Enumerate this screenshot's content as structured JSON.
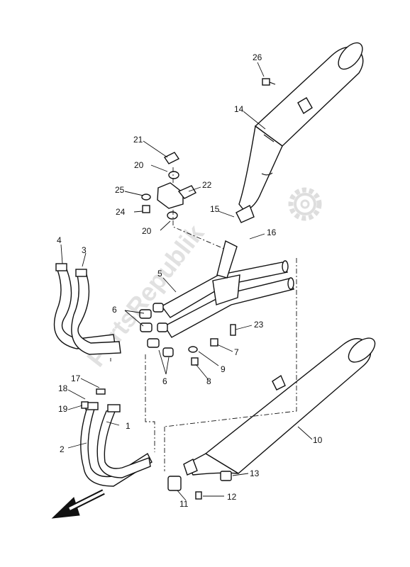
{
  "watermark": {
    "text": "PartsRepublik",
    "color": "#c9c9c9",
    "icon": "gear-icon"
  },
  "direction_arrow": {
    "icon": "arrow-down-left-icon",
    "color": "#111111"
  },
  "callouts": {
    "c1": "1",
    "c2": "2",
    "c3": "3",
    "c4": "4",
    "c5": "5",
    "c6a": "6",
    "c6b": "6",
    "c7": "7",
    "c8": "8",
    "c9": "9",
    "c10": "10",
    "c11": "11",
    "c12": "12",
    "c13": "13",
    "c14": "14",
    "c15": "15",
    "c16": "16",
    "c17": "17",
    "c18": "18",
    "c19": "19",
    "c20a": "20",
    "c20b": "20",
    "c21": "21",
    "c22": "22",
    "c23": "23",
    "c24": "24",
    "c25": "25",
    "c26": "26"
  }
}
